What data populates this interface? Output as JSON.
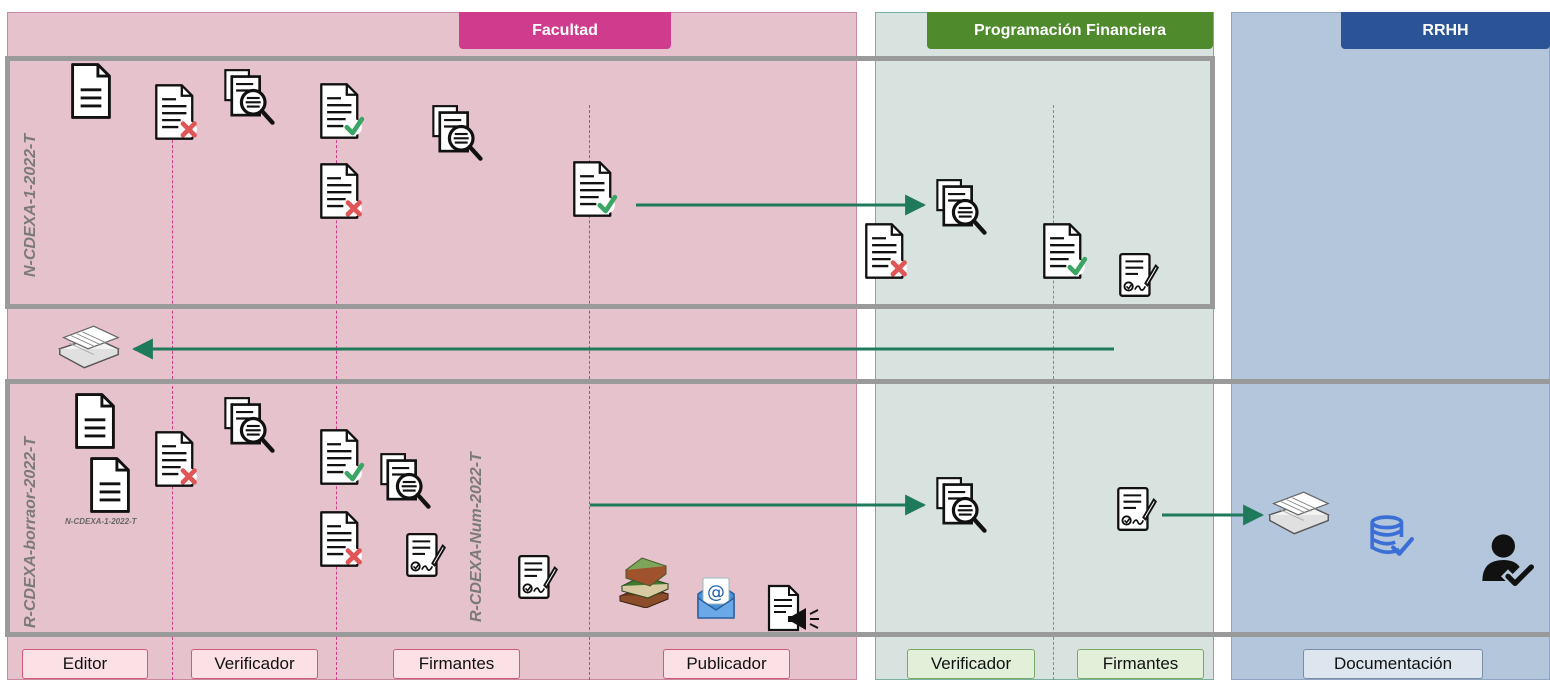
{
  "lanes": {
    "facultad": {
      "title": "Facultad",
      "color": "#cf3c8e"
    },
    "programacion": {
      "title": "Programación Financiera",
      "color": "#4f8a2d"
    },
    "rrhh": {
      "title": "RRHH",
      "color": "#2b5496"
    }
  },
  "blocks": {
    "top": {
      "label": "N-CDEXA-1-2022-T"
    },
    "bottom": {
      "label": "R-CDEXA-borraor-2022-T",
      "doc_label": "R-CDEXA-Num-2022-T",
      "small_label": "N-CDEXA-1-2022-T"
    }
  },
  "roles": {
    "editor": "Editor",
    "verificador": "Verificador",
    "firmantes": "Firmantes",
    "publicador": "Publicador",
    "pf_verificador": "Verificador",
    "pf_firmantes": "Firmantes",
    "documentacion": "Documentación"
  },
  "colors": {
    "arrow": "#1f7a5c",
    "reject": "#e05555",
    "accept": "#3aa564",
    "database": "#3b6fd6"
  },
  "icons": [
    "document-icon",
    "document-reject-icon",
    "document-review-icon",
    "document-accept-icon",
    "document-sign-icon",
    "tray-icon",
    "books-icon",
    "email-icon",
    "document-announce-icon",
    "database-check-icon",
    "user-check-icon"
  ]
}
